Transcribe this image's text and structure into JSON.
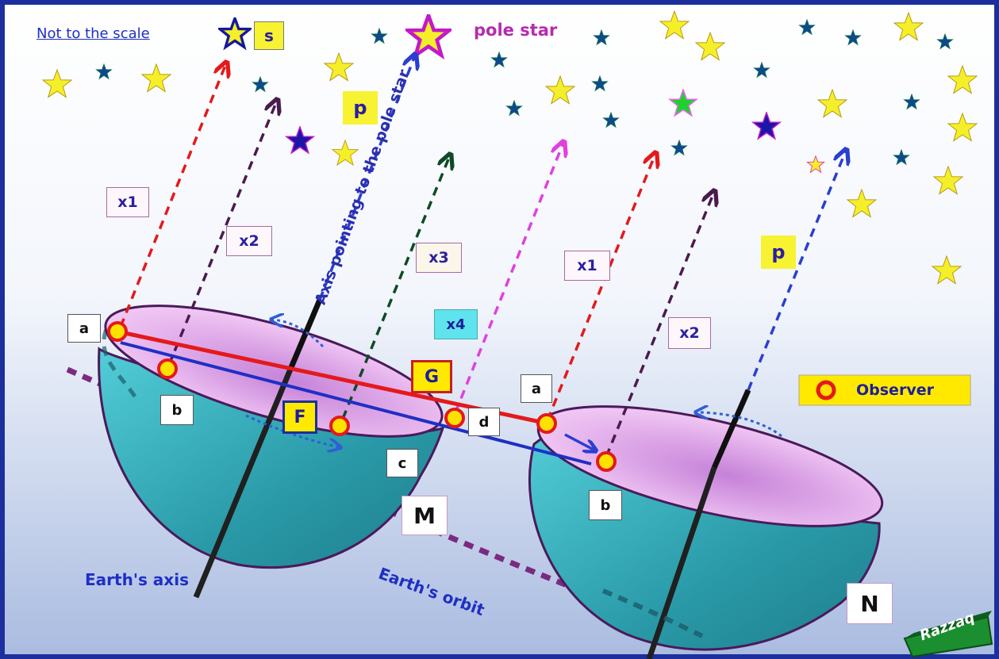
{
  "note": "Not to the scale",
  "star_labels": {
    "s": "s",
    "pole_star": "pole star"
  },
  "labels": {
    "p_left": "p",
    "p_right": "p",
    "x1_left": "x1",
    "x2_left": "x2",
    "x3": "x3",
    "x4": "x4",
    "x1_right": "x1",
    "x2_right": "x2",
    "a_left": "a",
    "b_left": "b",
    "c": "c",
    "d": "d",
    "a_right": "a",
    "b_right": "b",
    "G": "G",
    "F": "F",
    "M": "M",
    "N": "N"
  },
  "annotations": {
    "axis_pointing": "Axis pointing to the pole star",
    "earths_axis": "Earth's axis",
    "earths_orbit": "Earth's orbit"
  },
  "legend": {
    "observer": "Observer"
  },
  "logo_text": "Razzaq",
  "colors": {
    "frame": "#1c2f9c",
    "sky_top": "#ffffff",
    "sky_bottom": "#aebfe2",
    "hemisphere_cap": "#e6aef0",
    "hemisphere_body": "#3fbcc9",
    "red_line": "#e4191c",
    "blue_line": "#1f2fc4",
    "orbit": "#7b2a82",
    "observer_fill": "#ffe100",
    "observer_ring": "#e4191c"
  }
}
